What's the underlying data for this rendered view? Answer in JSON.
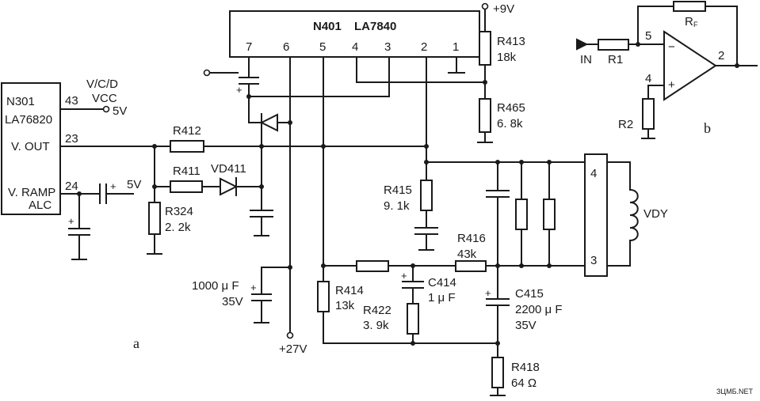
{
  "ic_n401": {
    "name": "N401",
    "part": "LA7840",
    "pins": [
      "7",
      "6",
      "5",
      "4",
      "3",
      "2",
      "1"
    ]
  },
  "ic_n301": {
    "name": "N301",
    "part": "LA76820",
    "pin_vcc": "43",
    "pin_vout": "23",
    "pin_vramp": "24",
    "label_vout": "V. OUT",
    "label_vramp": "V. RAMP",
    "label_alc": "ALC"
  },
  "supplies": {
    "vcc_label": "V/C/D",
    "vcc_label2": "VCC",
    "vcc_voltage": "5V",
    "ramp_bias": "5V",
    "plus9": "+9V",
    "plus27": "+27V"
  },
  "components": {
    "r413": {
      "ref": "R413",
      "value": "18k"
    },
    "r465": {
      "ref": "R465",
      "value": "6. 8k"
    },
    "r412": {
      "ref": "R412"
    },
    "r411": {
      "ref": "R411"
    },
    "vd411": {
      "ref": "VD411"
    },
    "r324": {
      "ref": "R324",
      "value": "2. 2k"
    },
    "r415": {
      "ref": "R415",
      "value": "9. 1k"
    },
    "r416": {
      "ref": "R416",
      "value": "43k"
    },
    "r414": {
      "ref": "R414",
      "value": "13k"
    },
    "c414": {
      "ref": "C414",
      "value": "1 μ F"
    },
    "r422": {
      "ref": "R422",
      "value": "3. 9k"
    },
    "c415": {
      "ref": "C415",
      "value": "2200 μ F",
      "rating": "35V"
    },
    "r418": {
      "ref": "R418",
      "value": "64 Ω"
    },
    "cbulk": {
      "value": "1000 μ F",
      "rating": "35V"
    },
    "vdy": {
      "ref": "VDY",
      "pin_top": "4",
      "pin_bottom": "3"
    }
  },
  "opamp": {
    "input_label": "IN",
    "r1": "R1",
    "r2": "R2",
    "rf": "R",
    "rf_sub": "F",
    "pin_inv": "5",
    "pin_noninv": "4",
    "pin_out": "2",
    "minus": "−",
    "plus": "+"
  },
  "figure_labels": {
    "a": "a",
    "b": "b"
  },
  "watermark": "ЗЦМБ.NET"
}
